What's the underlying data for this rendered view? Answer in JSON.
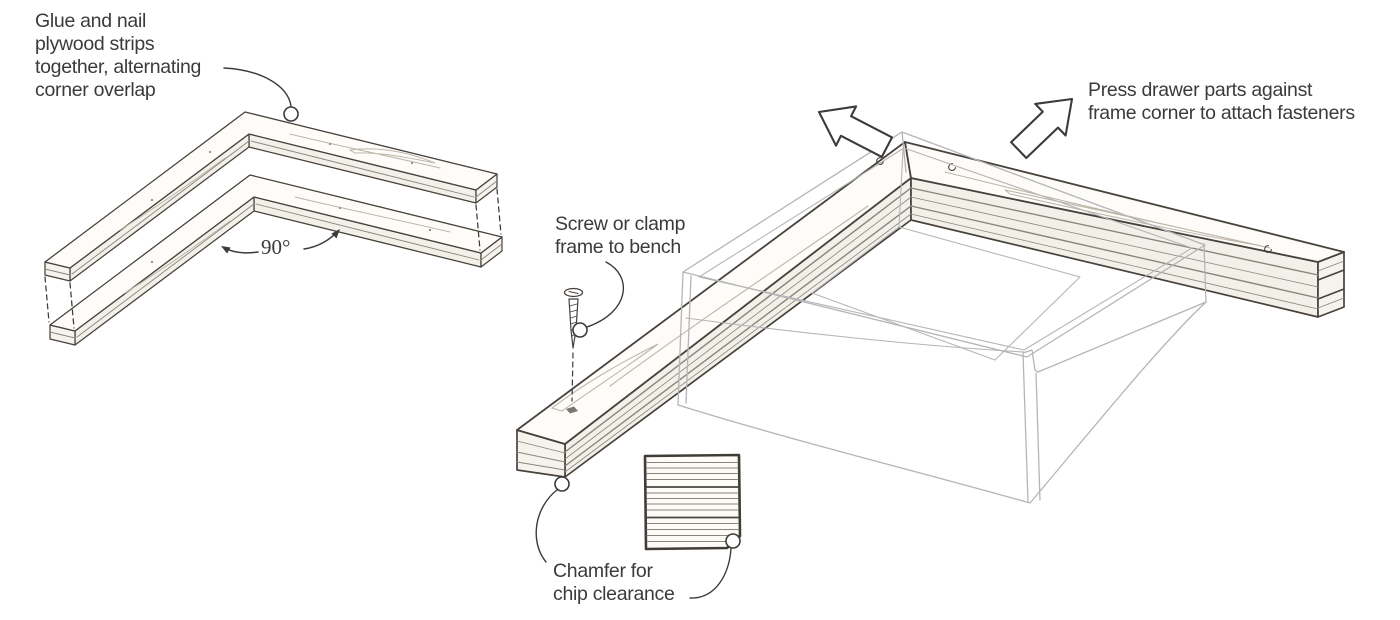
{
  "annotations": {
    "glue_note": "Glue and nail\nplywood strips\ntogether, alternating\ncorner overlap",
    "angle_label": "90°",
    "screw_note": "Screw or clamp\nframe to bench",
    "press_note": "Press drawer parts against\nframe corner to attach fasteners",
    "chamfer_note": "Chamfer for\nchip clearance"
  },
  "colors": {
    "ink": "#3b3b3b",
    "sketch_dark": "#47423b",
    "sketch_medium": "#8a847b",
    "sketch_light": "#b5b5b9",
    "grain": "#beb6a9",
    "paper": "#ffffff"
  }
}
